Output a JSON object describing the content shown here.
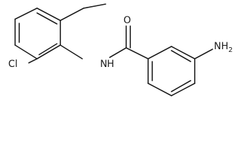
{
  "molecule": {
    "atoms": {
      "oxygen": "O",
      "amide_nitrogen": "N",
      "amide_hydrogen": "H",
      "amine": "NH2",
      "chlorine": "Cl"
    }
  }
}
